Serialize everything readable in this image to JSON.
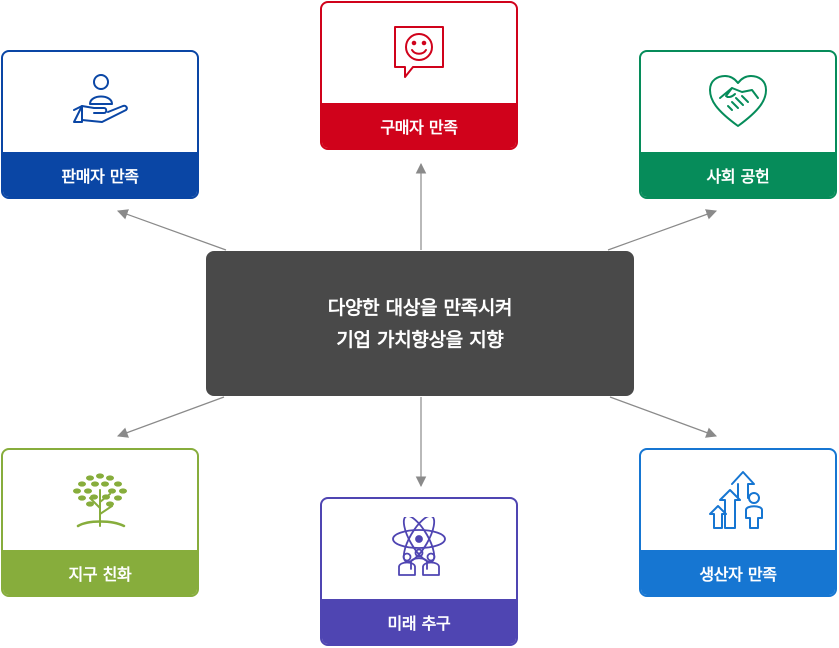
{
  "center": {
    "line1": "다양한 대상을 만족시켜",
    "line2": "기업 가치향상을 지향"
  },
  "cards": {
    "seller": {
      "label": "판매자 만족",
      "icon": "hand-person-icon",
      "color": "#0a46a5"
    },
    "buyer": {
      "label": "구매자 만족",
      "icon": "smile-chat-icon",
      "color": "#d0021b"
    },
    "social": {
      "label": "사회 공헌",
      "icon": "heart-handshake-icon",
      "color": "#068c5a"
    },
    "earth": {
      "label": "지구 친화",
      "icon": "tree-icon",
      "color": "#87ad3c"
    },
    "future": {
      "label": "미래 추구",
      "icon": "atom-people-icon",
      "color": "#4f45b2"
    },
    "producer": {
      "label": "생산자 만족",
      "icon": "growth-person-icon",
      "color": "#1676d2"
    }
  },
  "arrow_color": "#8a8a8a"
}
